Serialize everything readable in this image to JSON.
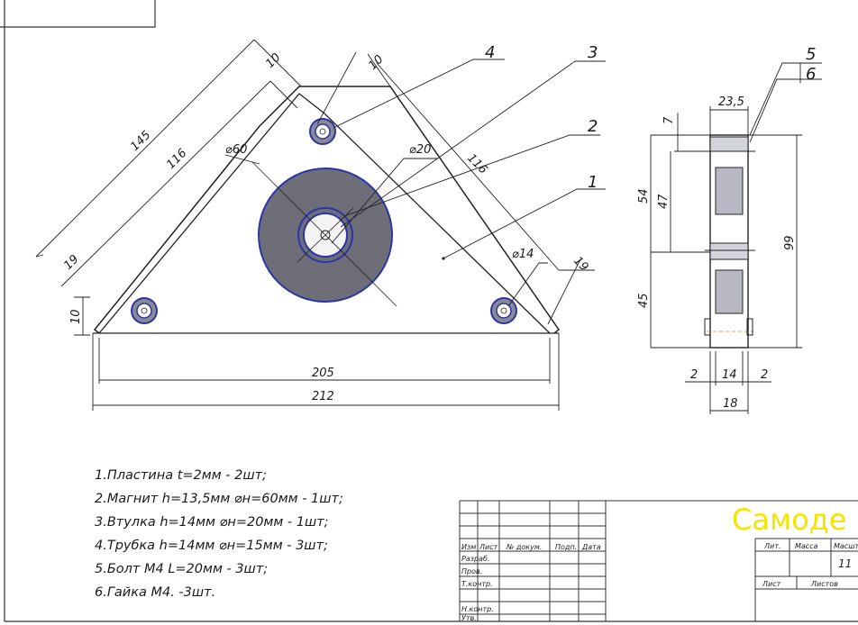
{
  "dims_front": {
    "d145": "145",
    "d116_left": "116",
    "d10_top_a": "10",
    "d10_top_b": "10",
    "d116_right": "116",
    "d19_left": "19",
    "d19_right": "19",
    "d10_left": "10",
    "d60": "⌀60",
    "d20": "⌀20",
    "d14": "⌀14",
    "d205": "205",
    "d212": "212"
  },
  "callouts": {
    "c1": "1",
    "c2": "2",
    "c3": "3",
    "c4": "4",
    "c5": "5",
    "c6": "6"
  },
  "dims_side": {
    "d23_5": "23,5",
    "d7": "7",
    "d54": "54",
    "d47": "47",
    "d99": "99",
    "d45": "45",
    "d2a": "2",
    "d14": "14",
    "d2b": "2",
    "d18": "18"
  },
  "spec": [
    "1.Пластина t=2мм - 2шт;",
    "2.Магнит h=13,5мм ⌀н=60мм - 1шт;",
    "3.Втулка h=14мм ⌀н=20мм - 1шт;",
    "4.Трубка h=14мм ⌀н=15мм - 3шт;",
    "5.Болт М4 L=20мм - 3шт;",
    "6.Гайка М4. -3шт."
  ],
  "title_block": {
    "title": "Самоде",
    "izm": "Изм",
    "list": "Лист",
    "ndoc": "№ докум.",
    "podp": "Подп.",
    "data": "Дата",
    "razrab": "Разраб.",
    "prov": "Пров.",
    "tkontr": "Т.контр.",
    "nkontr": "Н.контр.",
    "utv": "Утв.",
    "lit": "Лит.",
    "massa": "Масса",
    "masshtab": "Масшт",
    "list2": "Лист",
    "listov": "Листов",
    "value_11": "11"
  },
  "colors": {
    "magnet_fill": "#6e6e78",
    "ring": "#2a35a8",
    "title_yellow": "#f5e400"
  }
}
